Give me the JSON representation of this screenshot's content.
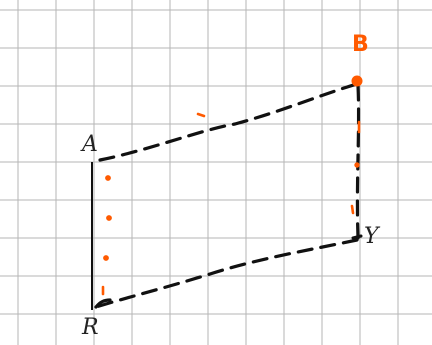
{
  "labels": {
    "A": "A",
    "R": "R",
    "Y": "Y",
    "B": "B"
  },
  "colors": {
    "grid": "#b5b5b5",
    "ink": "#111111",
    "accent": "#ff5a00",
    "background": "#ffffff"
  }
}
